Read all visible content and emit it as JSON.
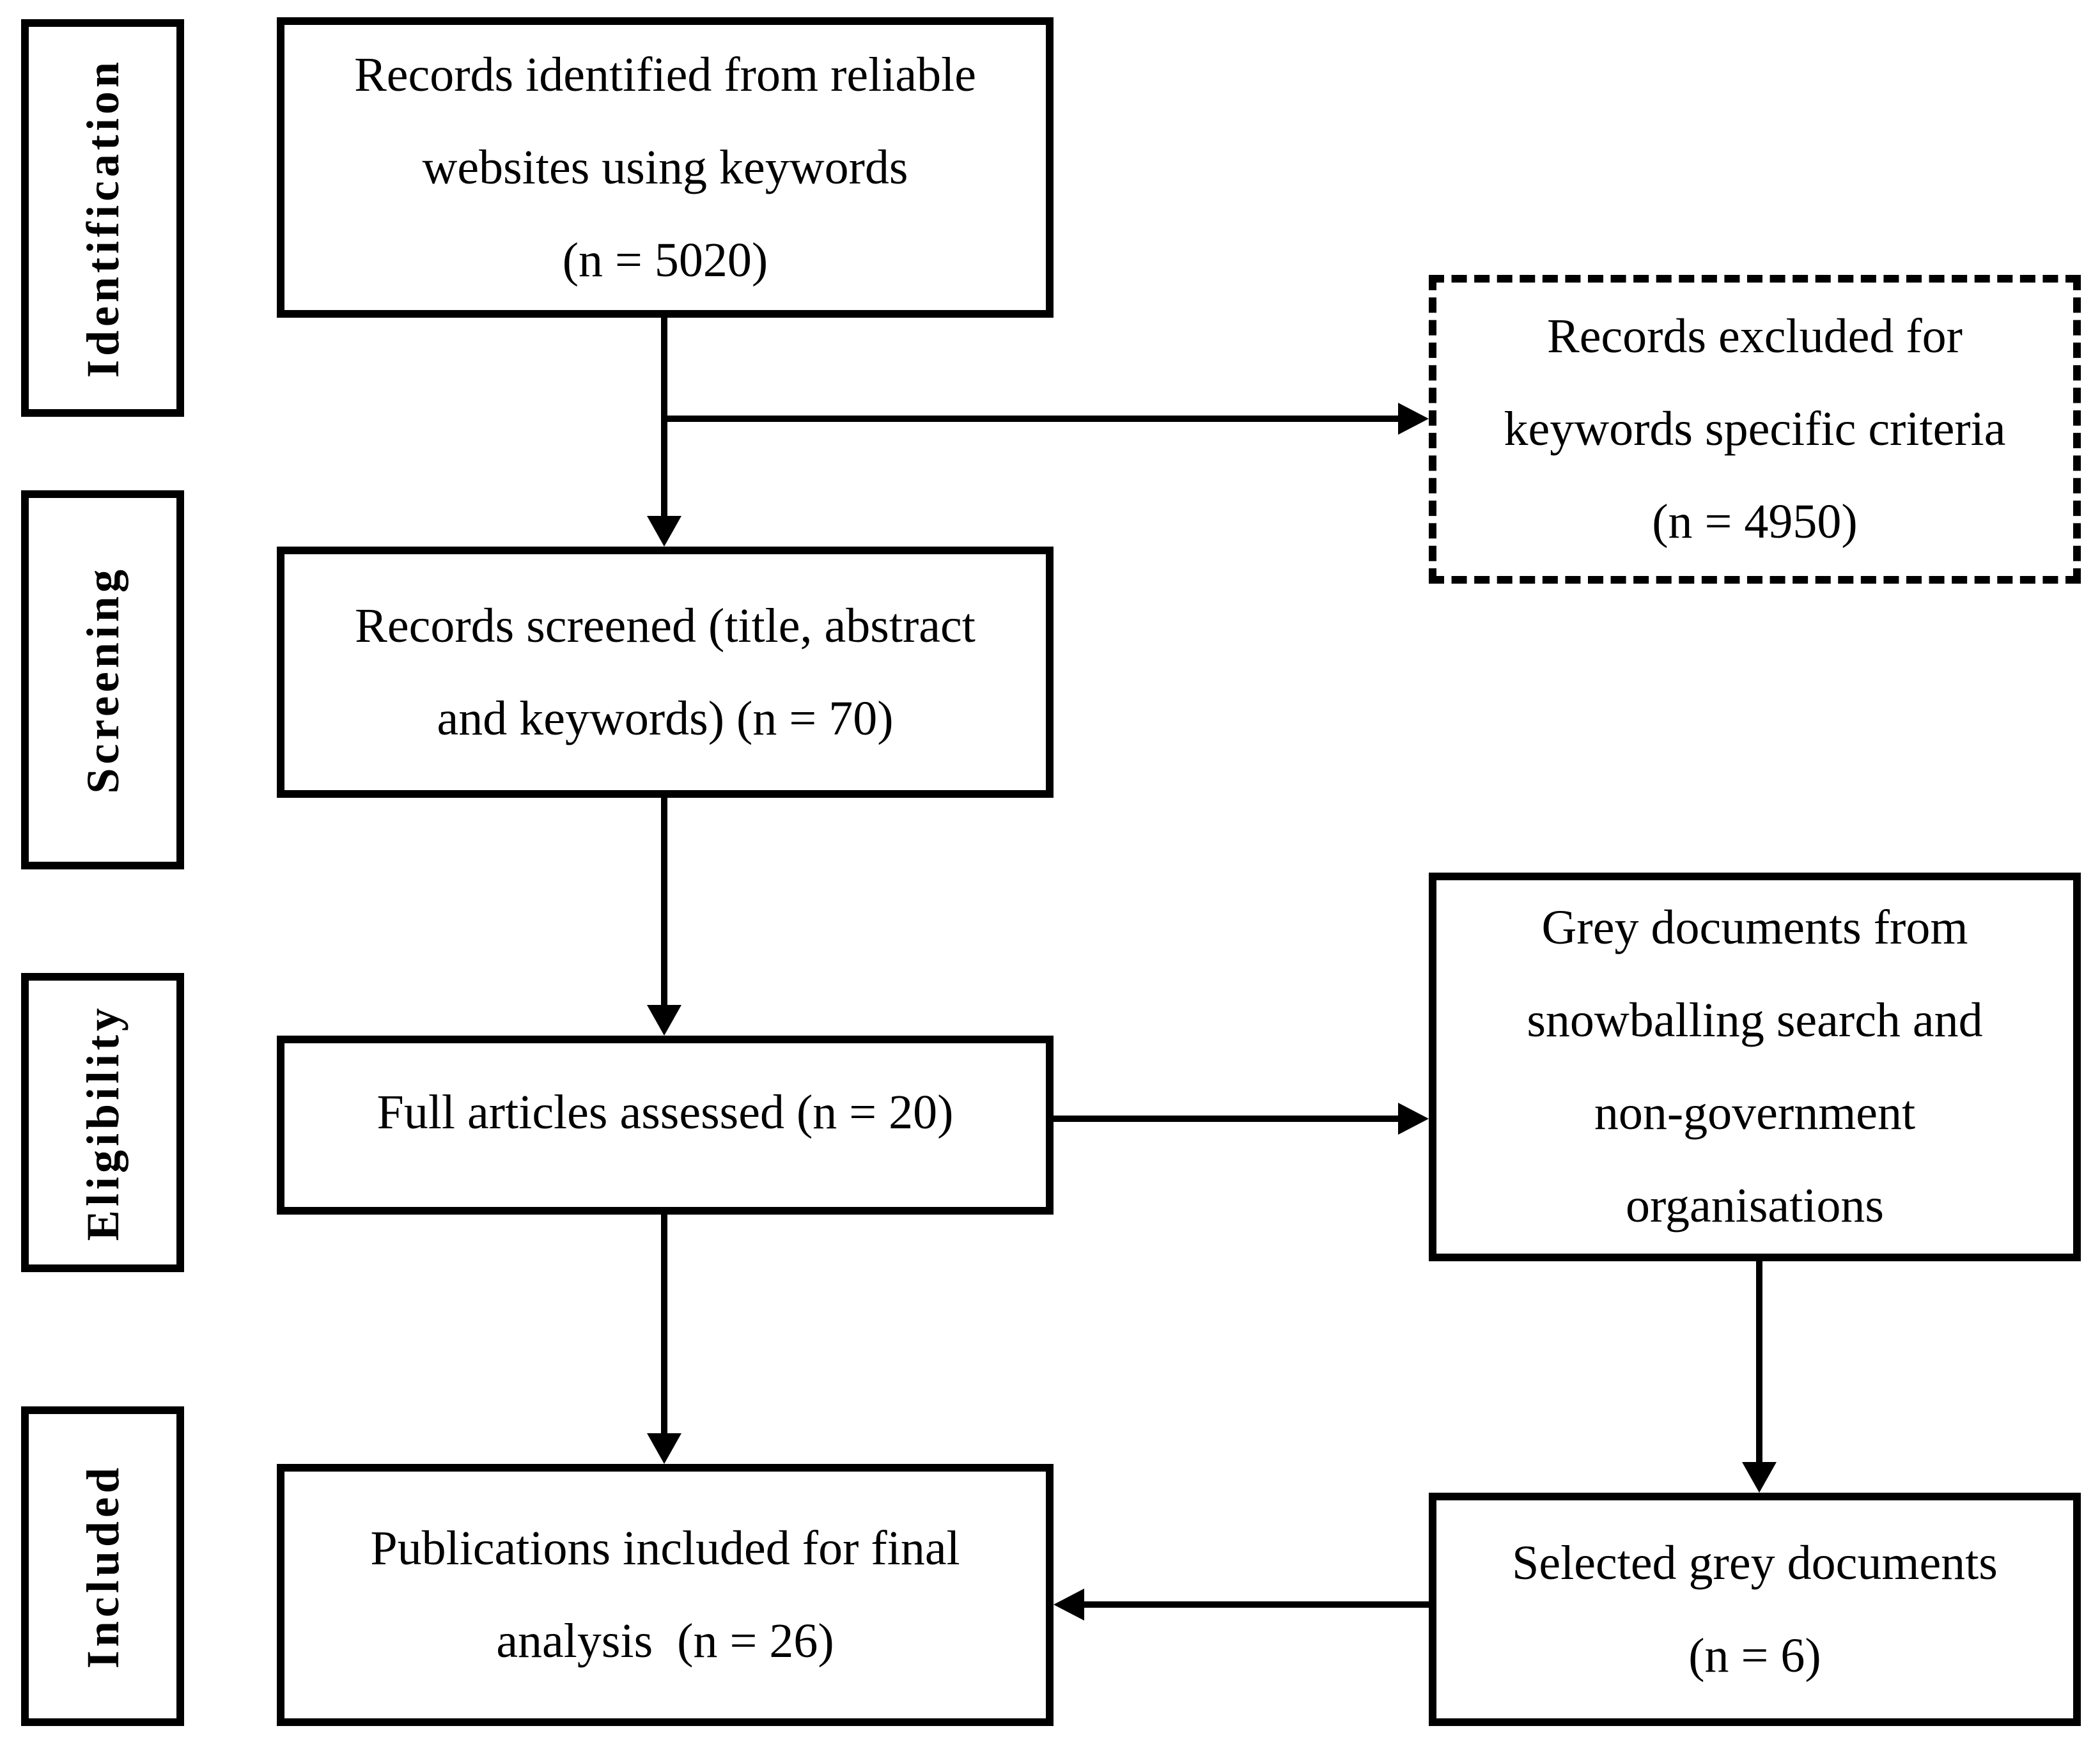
{
  "colors": {
    "ink": "#000000",
    "paper": "#ffffff"
  },
  "stages": {
    "identification": {
      "label": "Identification"
    },
    "screening": {
      "label": "Screening"
    },
    "eligibility": {
      "label": "Eligibility"
    },
    "included": {
      "label": "Included"
    }
  },
  "boxes": {
    "records_identified": {
      "lines": [
        "Records identified from reliable",
        "websites using keywords",
        "(n = 5020)"
      ],
      "n": 5020,
      "border": "solid"
    },
    "records_excluded": {
      "lines": [
        "Records excluded for",
        "keywords specific criteria",
        "(n = 4950)"
      ],
      "n": 4950,
      "border": "dashed"
    },
    "records_screened": {
      "lines": [
        "Records screened (title, abstract",
        "and keywords) (n = 70)"
      ],
      "n": 70,
      "border": "solid"
    },
    "full_articles": {
      "lines": [
        "Full articles assessed (n = 20)"
      ],
      "n": 20,
      "border": "solid"
    },
    "grey_documents": {
      "lines": [
        "Grey documents from",
        "snowballing search and",
        "non-government",
        "organisations"
      ],
      "border": "solid"
    },
    "publications_included": {
      "lines": [
        "Publications included for final",
        "analysis  (n = 26)"
      ],
      "n": 26,
      "border": "solid"
    },
    "selected_grey": {
      "lines": [
        "Selected grey documents",
        "(n = 6)"
      ],
      "n": 6,
      "border": "solid"
    }
  },
  "edges": [
    {
      "from": "records_identified",
      "to": "records_screened",
      "style": "arrow-down"
    },
    {
      "from": "records_identified",
      "to": "records_excluded",
      "style": "arrow-right"
    },
    {
      "from": "records_screened",
      "to": "full_articles",
      "style": "arrow-down"
    },
    {
      "from": "full_articles",
      "to": "grey_documents",
      "style": "arrow-right"
    },
    {
      "from": "full_articles",
      "to": "publications_included",
      "style": "arrow-down"
    },
    {
      "from": "grey_documents",
      "to": "selected_grey",
      "style": "arrow-down"
    },
    {
      "from": "selected_grey",
      "to": "publications_included",
      "style": "arrow-left"
    }
  ]
}
